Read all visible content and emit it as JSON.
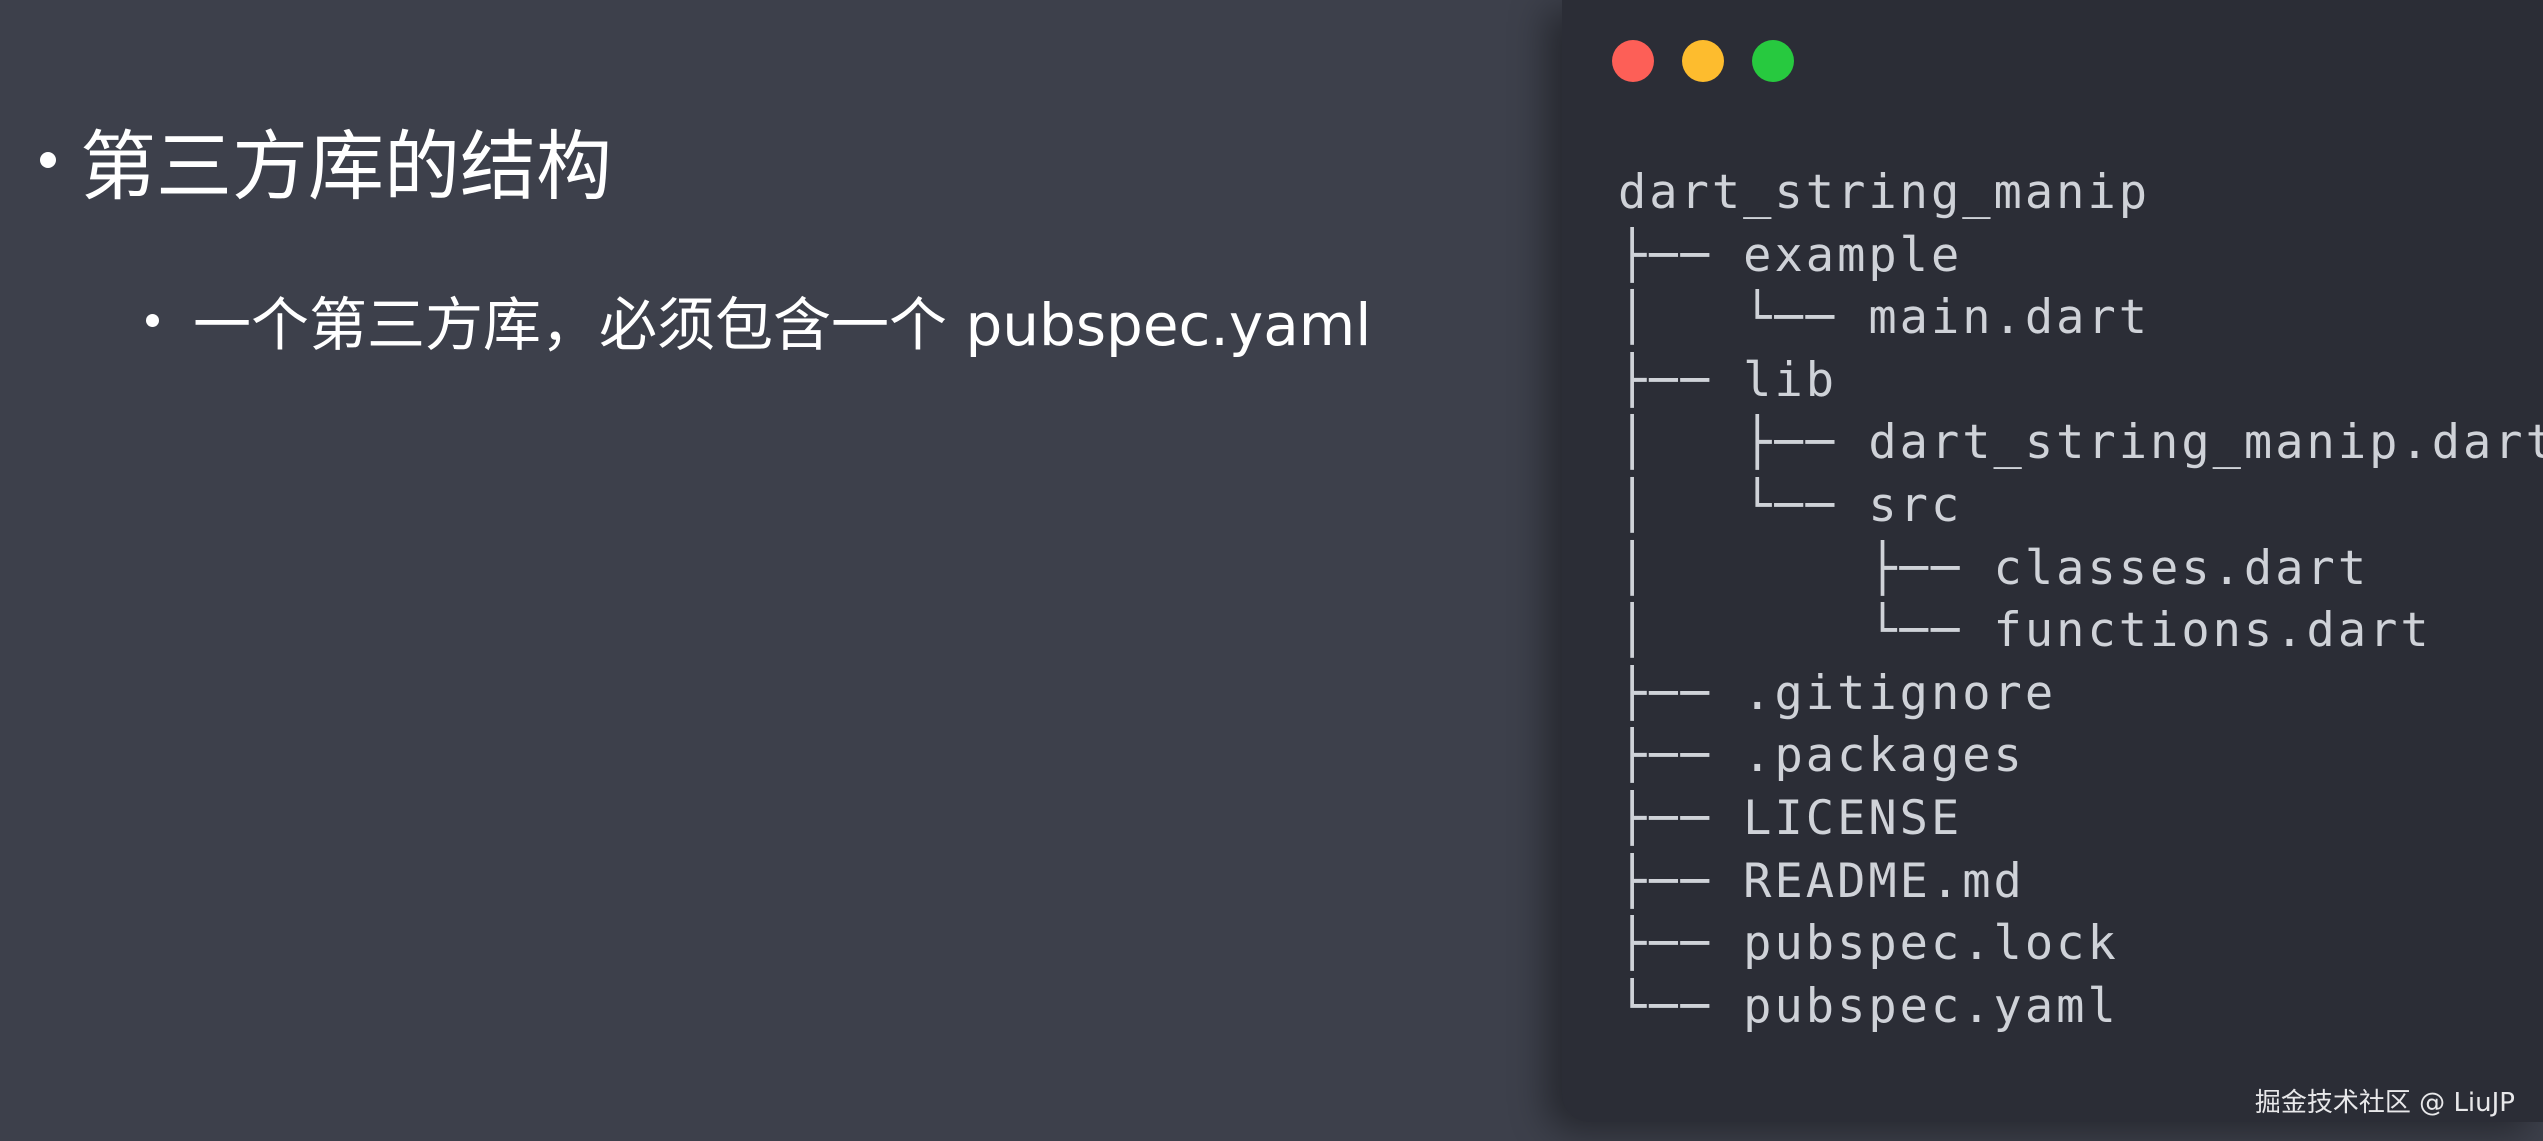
{
  "slide": {
    "heading": "第三方库的结构",
    "subpoint": "一个第三方库，必须包含一个 pubspec.yaml"
  },
  "code_window": {
    "controls": [
      "red",
      "yellow",
      "green"
    ],
    "tree_lines": [
      "dart_string_manip",
      "├── example",
      "│   └── main.dart",
      "├── lib",
      "│   ├── dart_string_manip.dart",
      "│   └── src",
      "│       ├── classes.dart",
      "│       └── functions.dart",
      "├── .gitignore",
      "├── .packages",
      "├── LICENSE",
      "├── README.md",
      "├── pubspec.lock",
      "└── pubspec.yaml"
    ]
  },
  "watermark": "掘金技术社区 @ LiuJP",
  "colors": {
    "background": "#3d404b",
    "window": "#2b2d36",
    "close": "#fd5f57",
    "minimize": "#fdbc2e",
    "maximize": "#27c93f",
    "code_text": "#cfd2d8"
  }
}
